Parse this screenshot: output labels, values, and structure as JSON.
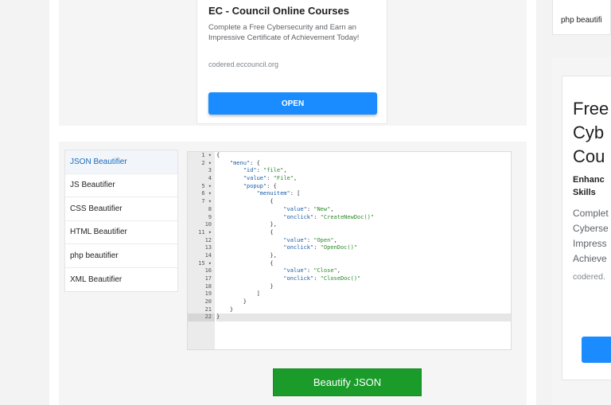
{
  "top_ad": {
    "title": "EC - Council Online Courses",
    "description": "Complete a Free Cybersecurity and Earn an Impressive Certificate of Achievement Today!",
    "url": "codered.eccouncil.org",
    "button": "OPEN"
  },
  "sidebar": {
    "items": [
      {
        "label": "JSON Beautifier",
        "active": true
      },
      {
        "label": "JS Beautifier"
      },
      {
        "label": "CSS Beautifier"
      },
      {
        "label": "HTML Beautifier"
      },
      {
        "label": "php beautifier"
      },
      {
        "label": "XML Beautifier"
      }
    ]
  },
  "editor": {
    "active_line": 22,
    "fold_lines": [
      1,
      2,
      5,
      6,
      7,
      11,
      15
    ],
    "lines": [
      "{",
      "    \"menu\": {",
      "        \"id\": \"file\",",
      "        \"value\": \"File\",",
      "        \"popup\": {",
      "            \"menuitem\": [",
      "                {",
      "                    \"value\": \"New\",",
      "                    \"onclick\": \"CreateNewDoc()\"",
      "                },",
      "                {",
      "                    \"value\": \"Open\",",
      "                    \"onclick\": \"OpenDoc()\"",
      "                },",
      "                {",
      "                    \"value\": \"Close\",",
      "                    \"onclick\": \"CloseDoc()\"",
      "                }",
      "            ]",
      "        }",
      "    }",
      "}"
    ]
  },
  "beautify_button": "Beautify JSON",
  "right_col": {
    "top_text": "php beautifi",
    "ad_title_lines": [
      "Free",
      "Cyb",
      "Cou"
    ],
    "ad_sub_lines": [
      "Enhanc",
      "Skills"
    ],
    "ad_desc_lines": [
      "Complet",
      "Cyberse",
      "Impress",
      "Achieve"
    ],
    "ad_url": "codered."
  },
  "colors": {
    "open_button": "#1a8cff",
    "beautify_button": "#1a9b2a",
    "active_sidebar_text": "#1a6bb8"
  }
}
